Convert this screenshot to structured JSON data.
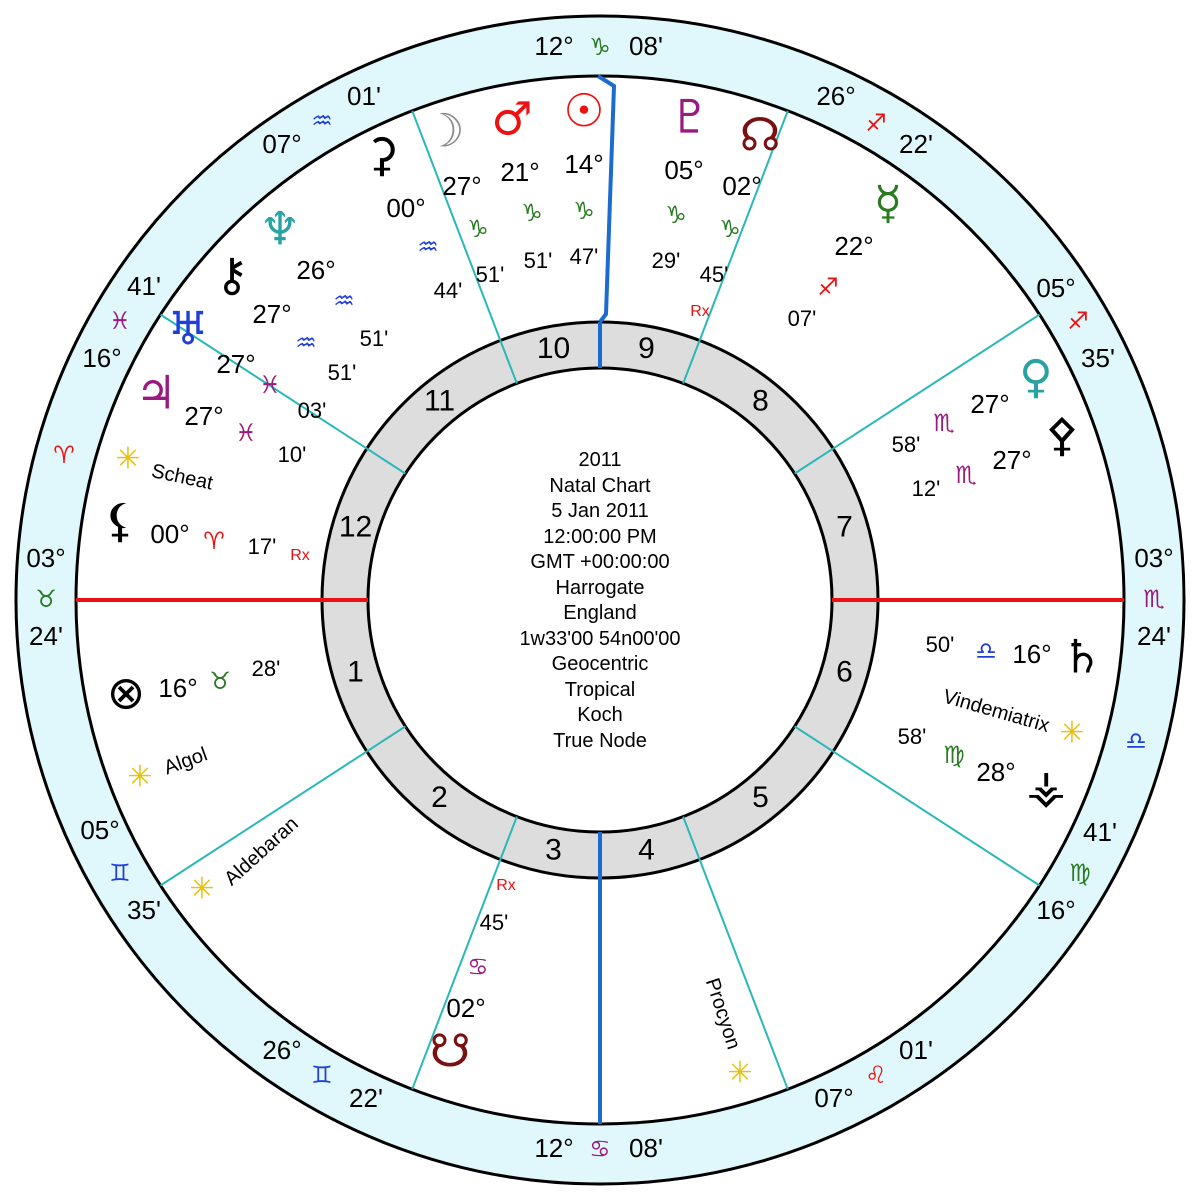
{
  "chart_info": {
    "lines": [
      "2011",
      "Natal Chart",
      "5 Jan 2011",
      "12:00:00 PM",
      "GMT +00:00:00",
      "Harrogate",
      "England",
      "1w33'00 54n00'00",
      "Geocentric",
      "Tropical",
      "Koch",
      "True Node"
    ]
  },
  "colors": {
    "ring": "#e0f8fb",
    "house_band": "#dddddd",
    "cusp_line": "#2ab7b7",
    "axis_asc": "#ee1111",
    "axis_mc": "#1a6cd0",
    "fire": "#ee1111",
    "earth": "#2a7a22",
    "air": "#1f3fd8",
    "water": "#9a1a80",
    "fixed_star": "#e8c10f",
    "retro": "#ee1111"
  },
  "house_numbers": [
    "1",
    "2",
    "3",
    "4",
    "5",
    "6",
    "7",
    "8",
    "9",
    "10",
    "11",
    "12"
  ],
  "cusps": [
    {
      "deg": "03°",
      "sign": "♉",
      "min": "24'",
      "el": "earth"
    },
    {
      "deg": "05°",
      "sign": "♊",
      "min": "35'",
      "el": "air"
    },
    {
      "deg": "26°",
      "sign": "♊",
      "min": "22'",
      "el": "air"
    },
    {
      "deg": "12°",
      "sign": "♋",
      "min": "08'",
      "el": "water"
    },
    {
      "deg": "07°",
      "sign": "♌",
      "min": "01'",
      "el": "fire"
    },
    {
      "deg": "16°",
      "sign": "♍",
      "min": "41'",
      "el": "earth"
    },
    {
      "deg": "03°",
      "sign": "♏",
      "min": "24'",
      "el": "water"
    },
    {
      "deg": "05°",
      "sign": "♐",
      "min": "35'",
      "el": "fire"
    },
    {
      "deg": "26°",
      "sign": "♐",
      "min": "22'",
      "el": "fire"
    },
    {
      "deg": "12°",
      "sign": "♑",
      "min": "08'",
      "el": "earth"
    },
    {
      "deg": "07°",
      "sign": "♒",
      "min": "01'",
      "el": "air"
    },
    {
      "deg": "16°",
      "sign": "♓",
      "min": "41'",
      "el": "water"
    }
  ],
  "intercepted": [
    {
      "sign": "♈",
      "el": "fire"
    },
    {
      "sign": "♎",
      "el": "air"
    }
  ],
  "planets": [
    {
      "id": "sun",
      "glyph": "☉",
      "color": "#ee1111",
      "deg": "14°",
      "sign": "♑",
      "min": "47'",
      "el": "earth",
      "retro": ""
    },
    {
      "id": "mars",
      "glyph": "♂",
      "color": "#ee1111",
      "deg": "21°",
      "sign": "♑",
      "min": "51'",
      "el": "earth",
      "retro": ""
    },
    {
      "id": "moon",
      "glyph": "☽",
      "color": "#8c8c8c",
      "deg": "27°",
      "sign": "♑",
      "min": "51'",
      "el": "earth",
      "retro": ""
    },
    {
      "id": "ceres",
      "glyph": "⚳",
      "color": "#000000",
      "deg": "00°",
      "sign": "♒",
      "min": "44'",
      "el": "air",
      "retro": ""
    },
    {
      "id": "neptune",
      "glyph": "♆",
      "color": "#2aa2a2",
      "deg": "26°",
      "sign": "♒",
      "min": "51'",
      "el": "air",
      "retro": ""
    },
    {
      "id": "chiron",
      "glyph": "⚷",
      "color": "#000000",
      "deg": "27°",
      "sign": "♒",
      "min": "51'",
      "el": "air",
      "retro": ""
    },
    {
      "id": "uranus",
      "glyph": "♅",
      "color": "#1f3fd8",
      "deg": "27°",
      "sign": "♓",
      "min": "03'",
      "el": "water",
      "retro": ""
    },
    {
      "id": "jupiter",
      "glyph": "♃",
      "color": "#9a1a80",
      "deg": "27°",
      "sign": "♓",
      "min": "10'",
      "el": "water",
      "retro": ""
    },
    {
      "id": "lilith",
      "glyph": "⚸",
      "color": "#000000",
      "deg": "00°",
      "sign": "♈",
      "min": "17'",
      "el": "fire",
      "retro": "Rx"
    },
    {
      "id": "fortune",
      "glyph": "⊗",
      "color": "#000000",
      "deg": "16°",
      "sign": "♉",
      "min": "28'",
      "el": "earth",
      "retro": ""
    },
    {
      "id": "south-node",
      "glyph": "☋",
      "color": "#7a1010",
      "deg": "02°",
      "sign": "♋",
      "min": "45'",
      "el": "water",
      "retro": "Rx"
    },
    {
      "id": "vesta",
      "glyph": "⚶",
      "color": "#000000",
      "deg": "28°",
      "sign": "♍",
      "min": "58'",
      "el": "earth",
      "retro": ""
    },
    {
      "id": "saturn",
      "glyph": "♄",
      "color": "#000000",
      "deg": "16°",
      "sign": "♎",
      "min": "50'",
      "el": "air",
      "retro": ""
    },
    {
      "id": "pallas",
      "glyph": "⚴",
      "color": "#000000",
      "deg": "27°",
      "sign": "♏",
      "min": "12'",
      "el": "water",
      "retro": ""
    },
    {
      "id": "venus",
      "glyph": "♀",
      "color": "#2aa2a2",
      "deg": "27°",
      "sign": "♏",
      "min": "58'",
      "el": "water",
      "retro": ""
    },
    {
      "id": "mercury",
      "glyph": "☿",
      "color": "#2a7a22",
      "deg": "22°",
      "sign": "♐",
      "min": "07'",
      "el": "fire",
      "retro": ""
    },
    {
      "id": "north-node",
      "glyph": "☊",
      "color": "#7a1010",
      "deg": "02°",
      "sign": "♑",
      "min": "45'",
      "el": "earth",
      "retro": "Rx"
    },
    {
      "id": "pluto",
      "glyph": "♇",
      "color": "#9a1a80",
      "deg": "05°",
      "sign": "♑",
      "min": "29'",
      "el": "earth",
      "retro": ""
    }
  ],
  "fixed_stars": [
    {
      "name": "Scheat"
    },
    {
      "name": "Algol"
    },
    {
      "name": "Aldebaran"
    },
    {
      "name": "Procyon"
    },
    {
      "name": "Vindemiatrix"
    }
  ]
}
